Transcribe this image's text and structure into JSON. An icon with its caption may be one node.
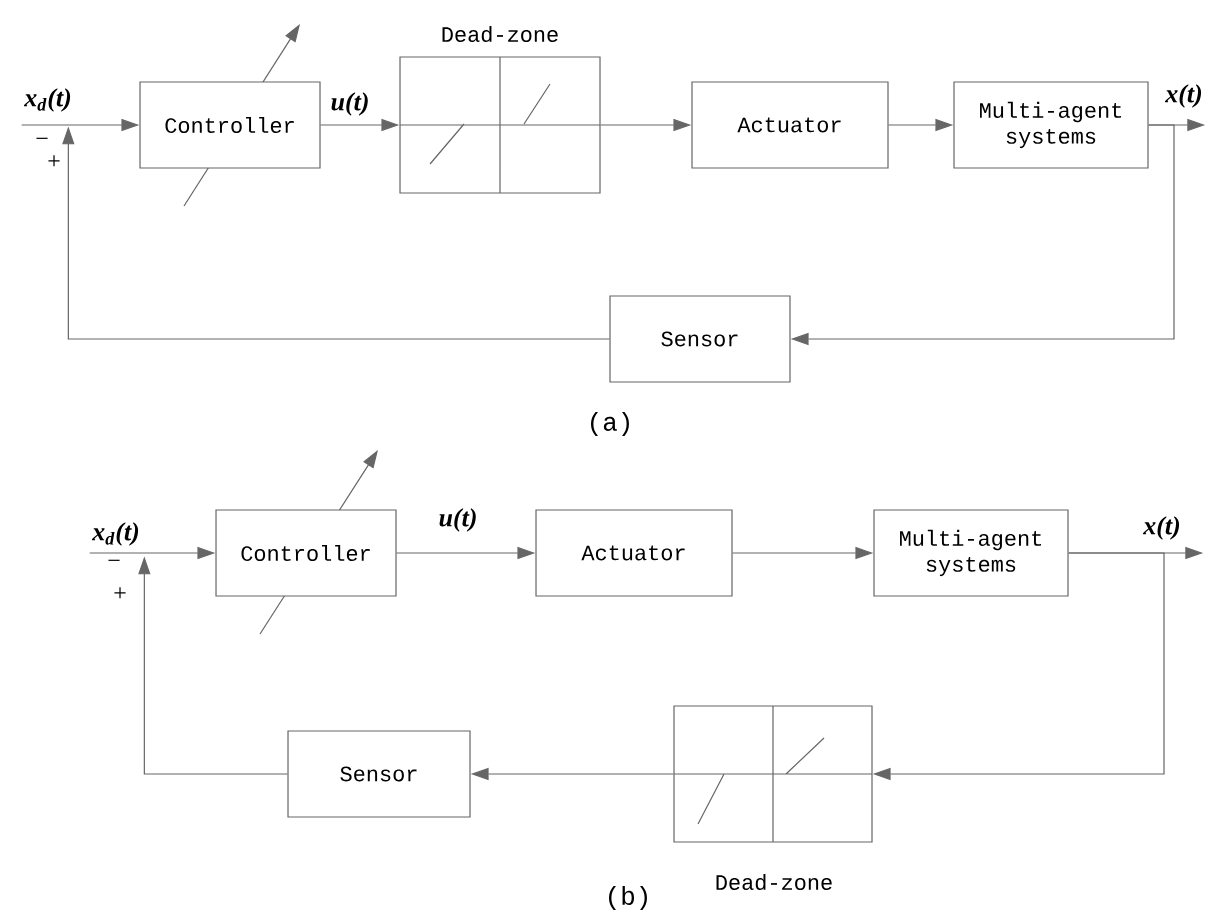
{
  "diagram": {
    "nodes": [
      {
        "text": [
          "x$_{d}$(t)"
        ]
      },
      {
        "text": [
          "Controller"
        ]
      },
      {
        "text": [
          "Dead-zone"
        ]
      },
      {
        "text": [
          "Actuator"
        ]
      },
      {
        "text": [
          "Multi-agent systems"
        ]
      },
      {
        "text": [
          "x(t)"
        ]
      },
      {
        "text": [
          "Sensor"
        ]
      },
      {
        "text": [
          "x$_{d}$(t)"
        ]
      },
      {
        "text": [
          "Controller"
        ]
      },
      {
        "text": [
          "Actuator"
        ]
      },
      {
        "text": [
          "Multi-agent systems"
        ]
      },
      {
        "text": [
          "x(t)"
        ]
      },
      {
        "text": [
          "Dead-zone"
        ]
      },
      {
        "text": [
          "Sensor"
        ]
      }
    ],
    "edges": [
      {
        "from": 0,
        "to": 1,
        "arrow": "to"
      },
      {
        "from": 1,
        "to": 2,
        "arrow": "to"
      },
      {
        "from": 2,
        "to": 3,
        "arrow": "to"
      },
      {
        "from": 3,
        "to": 4,
        "arrow": "to"
      },
      {
        "from": 4,
        "to": 5,
        "arrow": "to"
      },
      {
        "from": 4,
        "to": 6,
        "arrow": "to"
      },
      {
        "from": 6,
        "to": 0,
        "arrow": "to"
      },
      {
        "from": 7,
        "to": 8,
        "arrow": "to"
      },
      {
        "from": 8,
        "to": 9,
        "arrow": "to"
      },
      {
        "from": 9,
        "to": 10,
        "arrow": "to"
      },
      {
        "from": 10,
        "to": 11,
        "arrow": "to"
      },
      {
        "from": 10,
        "to": 12,
        "arrow": "to"
      },
      {
        "from": 12,
        "to": 13,
        "arrow": "to"
      },
      {
        "from": 13,
        "to": 7,
        "arrow": "to"
      }
    ],
    "labels": [
      "−",
      "+",
      "u(t)",
      "(a)",
      "−",
      "+",
      "u(t)",
      "(b)"
    ]
  }
}
